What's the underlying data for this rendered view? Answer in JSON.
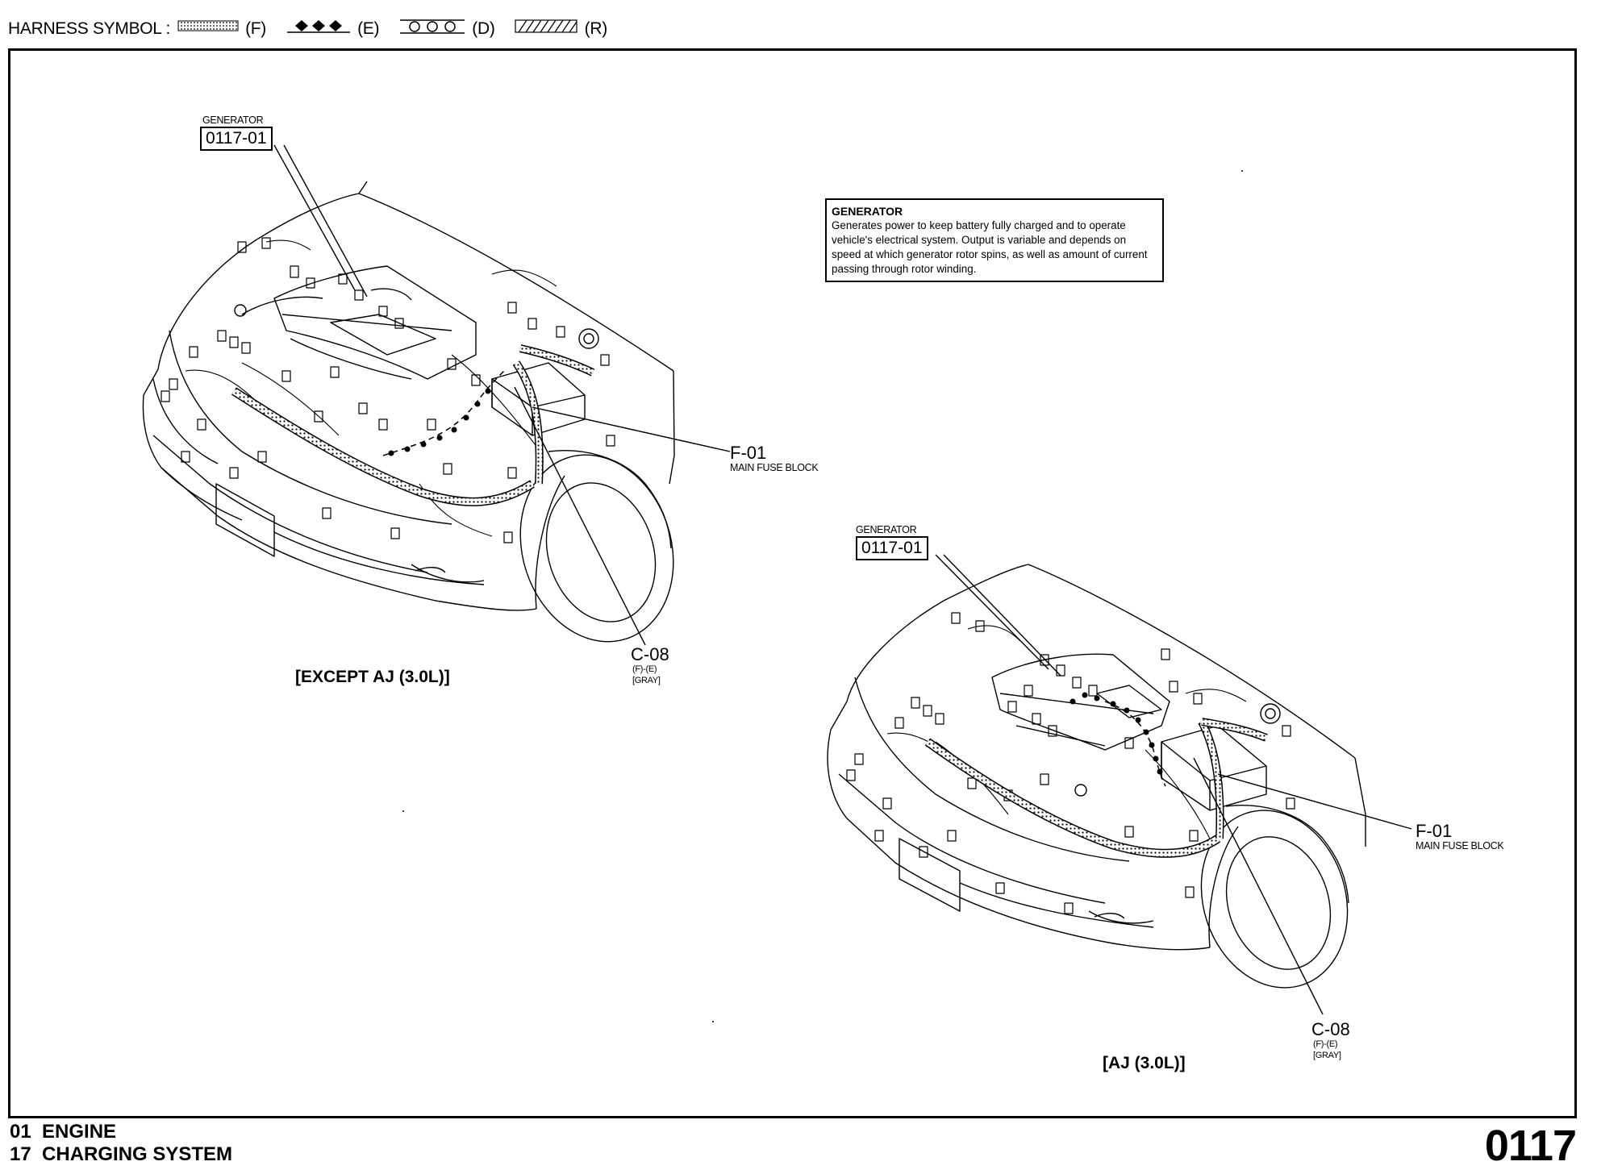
{
  "header": {
    "label": "HARNESS SYMBOL :",
    "symbols": [
      {
        "pattern": "dotted-band",
        "code": "(F)"
      },
      {
        "pattern": "diamonds",
        "code": "(E)"
      },
      {
        "pattern": "circles",
        "code": "(D)"
      },
      {
        "pattern": "hatched",
        "code": "(R)"
      }
    ]
  },
  "generator_info": {
    "title": "GENERATOR",
    "text": "Generates power to keep battery fully charged and to operate vehicle's electrical system. Output is variable and depends on speed at which generator rotor spins, as well as amount of current passing through rotor winding."
  },
  "view_left": {
    "generator_label": "GENERATOR",
    "generator_code": "0117-01",
    "f01_code": "F-01",
    "f01_name": "MAIN FUSE BLOCK",
    "c08_code": "C-08",
    "c08_harness": "(F)-(E)",
    "c08_color": "[GRAY]",
    "caption": "[EXCEPT AJ (3.0L)]"
  },
  "view_right": {
    "generator_label": "GENERATOR",
    "generator_code": "0117-01",
    "f01_code": "F-01",
    "f01_name": "MAIN FUSE BLOCK",
    "c08_code": "C-08",
    "c08_harness": "(F)-(E)",
    "c08_color": "[GRAY]",
    "caption": "[AJ (3.0L)]"
  },
  "footer": {
    "line1": "01  ENGINE",
    "line2": "17  CHARGING SYSTEM",
    "page_number": "0117"
  }
}
